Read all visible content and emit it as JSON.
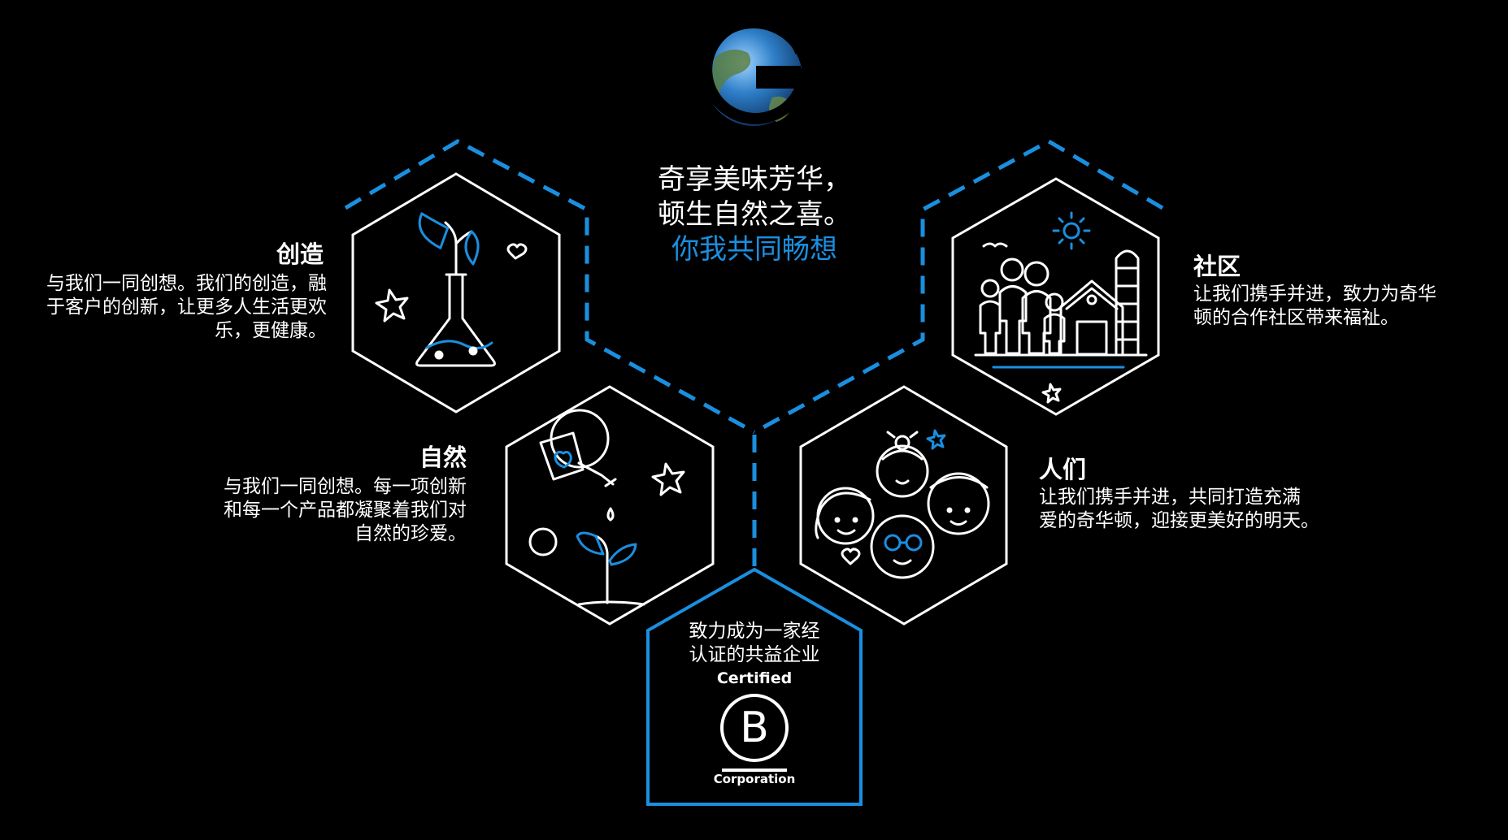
{
  "colors": {
    "accent": "#1a8fe0",
    "line": "#ffffff",
    "background": "#000000"
  },
  "logo": {
    "icon": "globe-g-logo-icon"
  },
  "tagline": {
    "line1": "奇享美味芳华，",
    "line2": "顿生自然之喜。",
    "line3": "你我共同畅想"
  },
  "create": {
    "title": "创造",
    "lines": [
      "与我们一同创想。我们的创造，融",
      "于客户的创新，让更多人生活更欢",
      "乐，更健康。"
    ],
    "icon": "flask-plant-icon"
  },
  "nature": {
    "title": "自然",
    "lines": [
      "与我们一同创想。每一项创新",
      "和每一个产品都凝聚着我们对",
      "自然的珍爱。"
    ],
    "icon": "watering-can-sprout-icon"
  },
  "community": {
    "title": "社区",
    "lines": [
      "让我们携手并进，致力为奇华",
      "顿的合作社区带来福祉。"
    ],
    "icon": "family-farm-icon"
  },
  "people": {
    "title": "人们",
    "lines": [
      "让我们携手并进，共同打造充满",
      "爱的奇华顿，迎接更美好的明天。"
    ],
    "icon": "people-faces-icon"
  },
  "certification": {
    "lines": [
      "致力成为一家经",
      "认证的共益企业"
    ],
    "badge_top": "Certified",
    "badge_letter": "B",
    "badge_bottom": "Corporation",
    "icon": "b-corp-badge-icon"
  }
}
